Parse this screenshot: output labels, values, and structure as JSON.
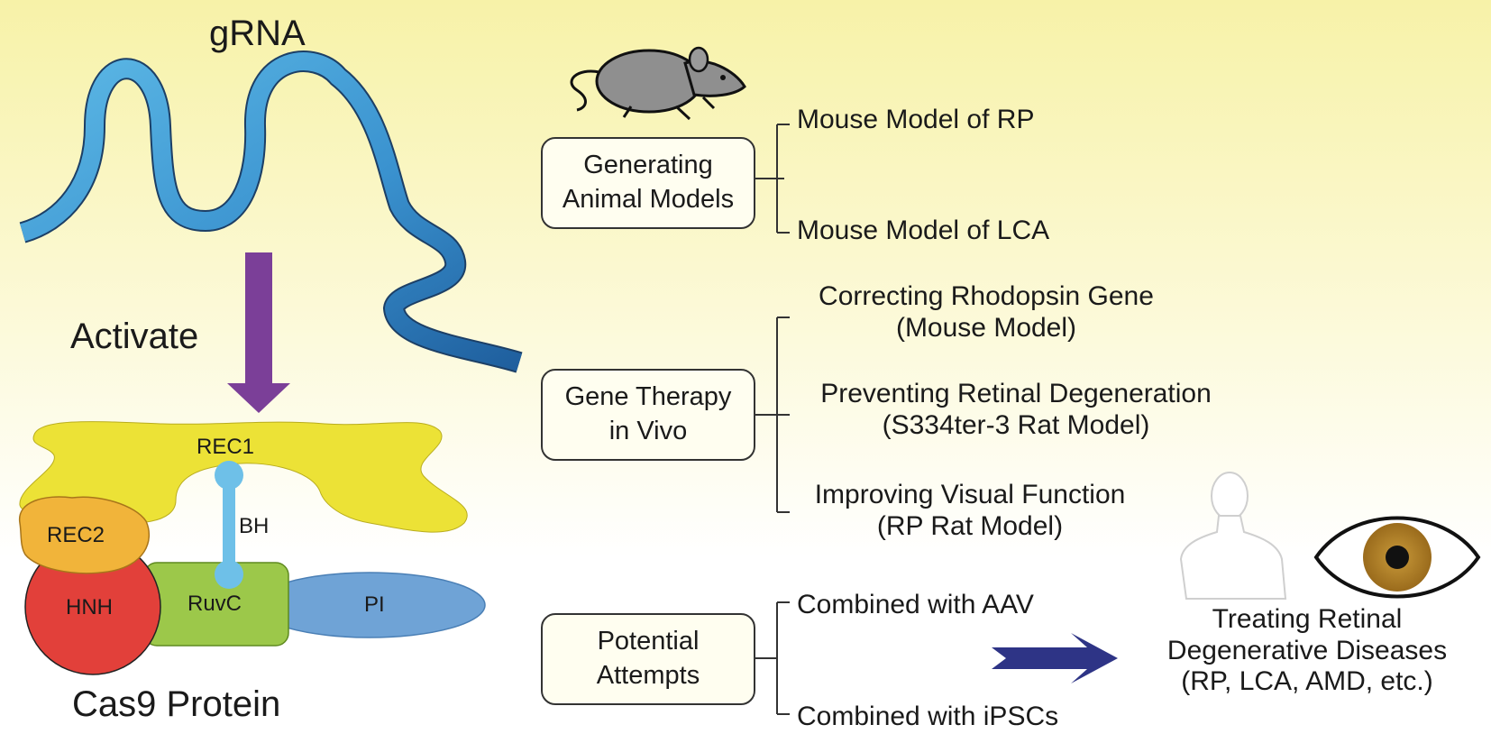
{
  "grna_label": "gRNA",
  "activate_label": "Activate",
  "cas9_label": "Cas9 Protein",
  "domains": {
    "rec1": "REC1",
    "rec2": "REC2",
    "bh": "BH",
    "hnh": "HNH",
    "ruvc": "RuvC",
    "pi": "PI"
  },
  "categories": [
    {
      "box_lines": [
        "Generating",
        "Animal Models"
      ],
      "items": [
        {
          "lines": [
            "Mouse Model of RP"
          ]
        },
        {
          "lines": [
            "Mouse Model of LCA"
          ]
        }
      ]
    },
    {
      "box_lines": [
        "Gene Therapy",
        "in Vivo"
      ],
      "items": [
        {
          "lines": [
            "Correcting Rhodopsin Gene",
            "(Mouse Model)"
          ]
        },
        {
          "lines": [
            "Preventing Retinal Degeneration",
            "(S334ter-3 Rat Model)"
          ]
        },
        {
          "lines": [
            "Improving Visual Function",
            "(RP Rat Model)"
          ]
        }
      ]
    },
    {
      "box_lines": [
        "Potential",
        "Attempts"
      ],
      "items": [
        {
          "lines": [
            "Combined with AAV"
          ]
        },
        {
          "lines": [
            "Combined with iPSCs"
          ]
        }
      ]
    }
  ],
  "outcome_lines": [
    "Treating Retinal",
    "Degenerative Diseases",
    "(RP, LCA, AMD, etc.)"
  ],
  "icons": [
    "mouse-icon",
    "human-body-icon",
    "eye-icon",
    "down-arrow-icon",
    "right-arrow-icon"
  ],
  "colors": {
    "grna": "#4aa8dc",
    "arrow_down": "#7b3f98",
    "arrow_right": "#2e3486",
    "rec1": "#ece236",
    "rec2": "#f1b43a",
    "hnh": "#e2403a",
    "ruvc": "#9cc84a",
    "pi": "#6fa3d6",
    "bridge_helix": "#6ec0e8"
  }
}
